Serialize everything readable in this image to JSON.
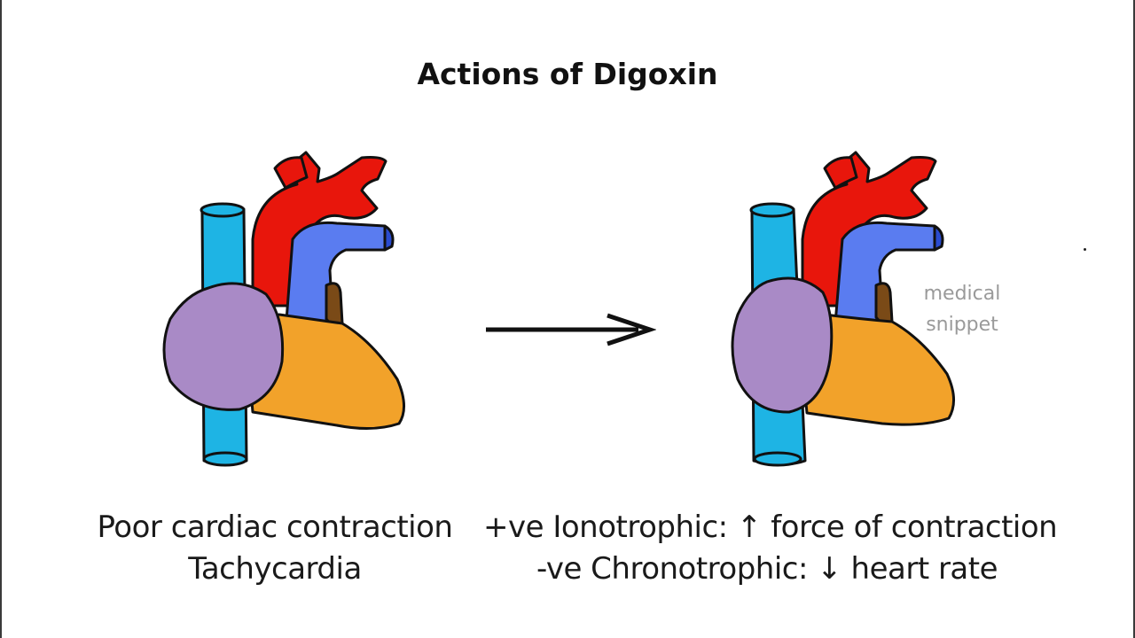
{
  "slide": {
    "title": "Actions of Digoxin",
    "watermark_line1": "medical",
    "watermark_line2": "snippet"
  },
  "before": {
    "line1": "Poor cardiac contraction",
    "line2": "Tachycardia"
  },
  "after": {
    "line1": "+ve Ionotrophic: ↑ force of contraction",
    "line2": "-ve Chronotrophic: ↓ heart rate"
  },
  "colors": {
    "aorta": "#e8160c",
    "vena_cava": "#1eb4e4",
    "pulmonary": "#5a7cf0",
    "atrium": "#a98ac6",
    "ventricle": "#f2a22a",
    "appendage": "#7a4a17",
    "outline": "#111111"
  },
  "icons": {
    "arrow": "right-arrow-icon"
  }
}
